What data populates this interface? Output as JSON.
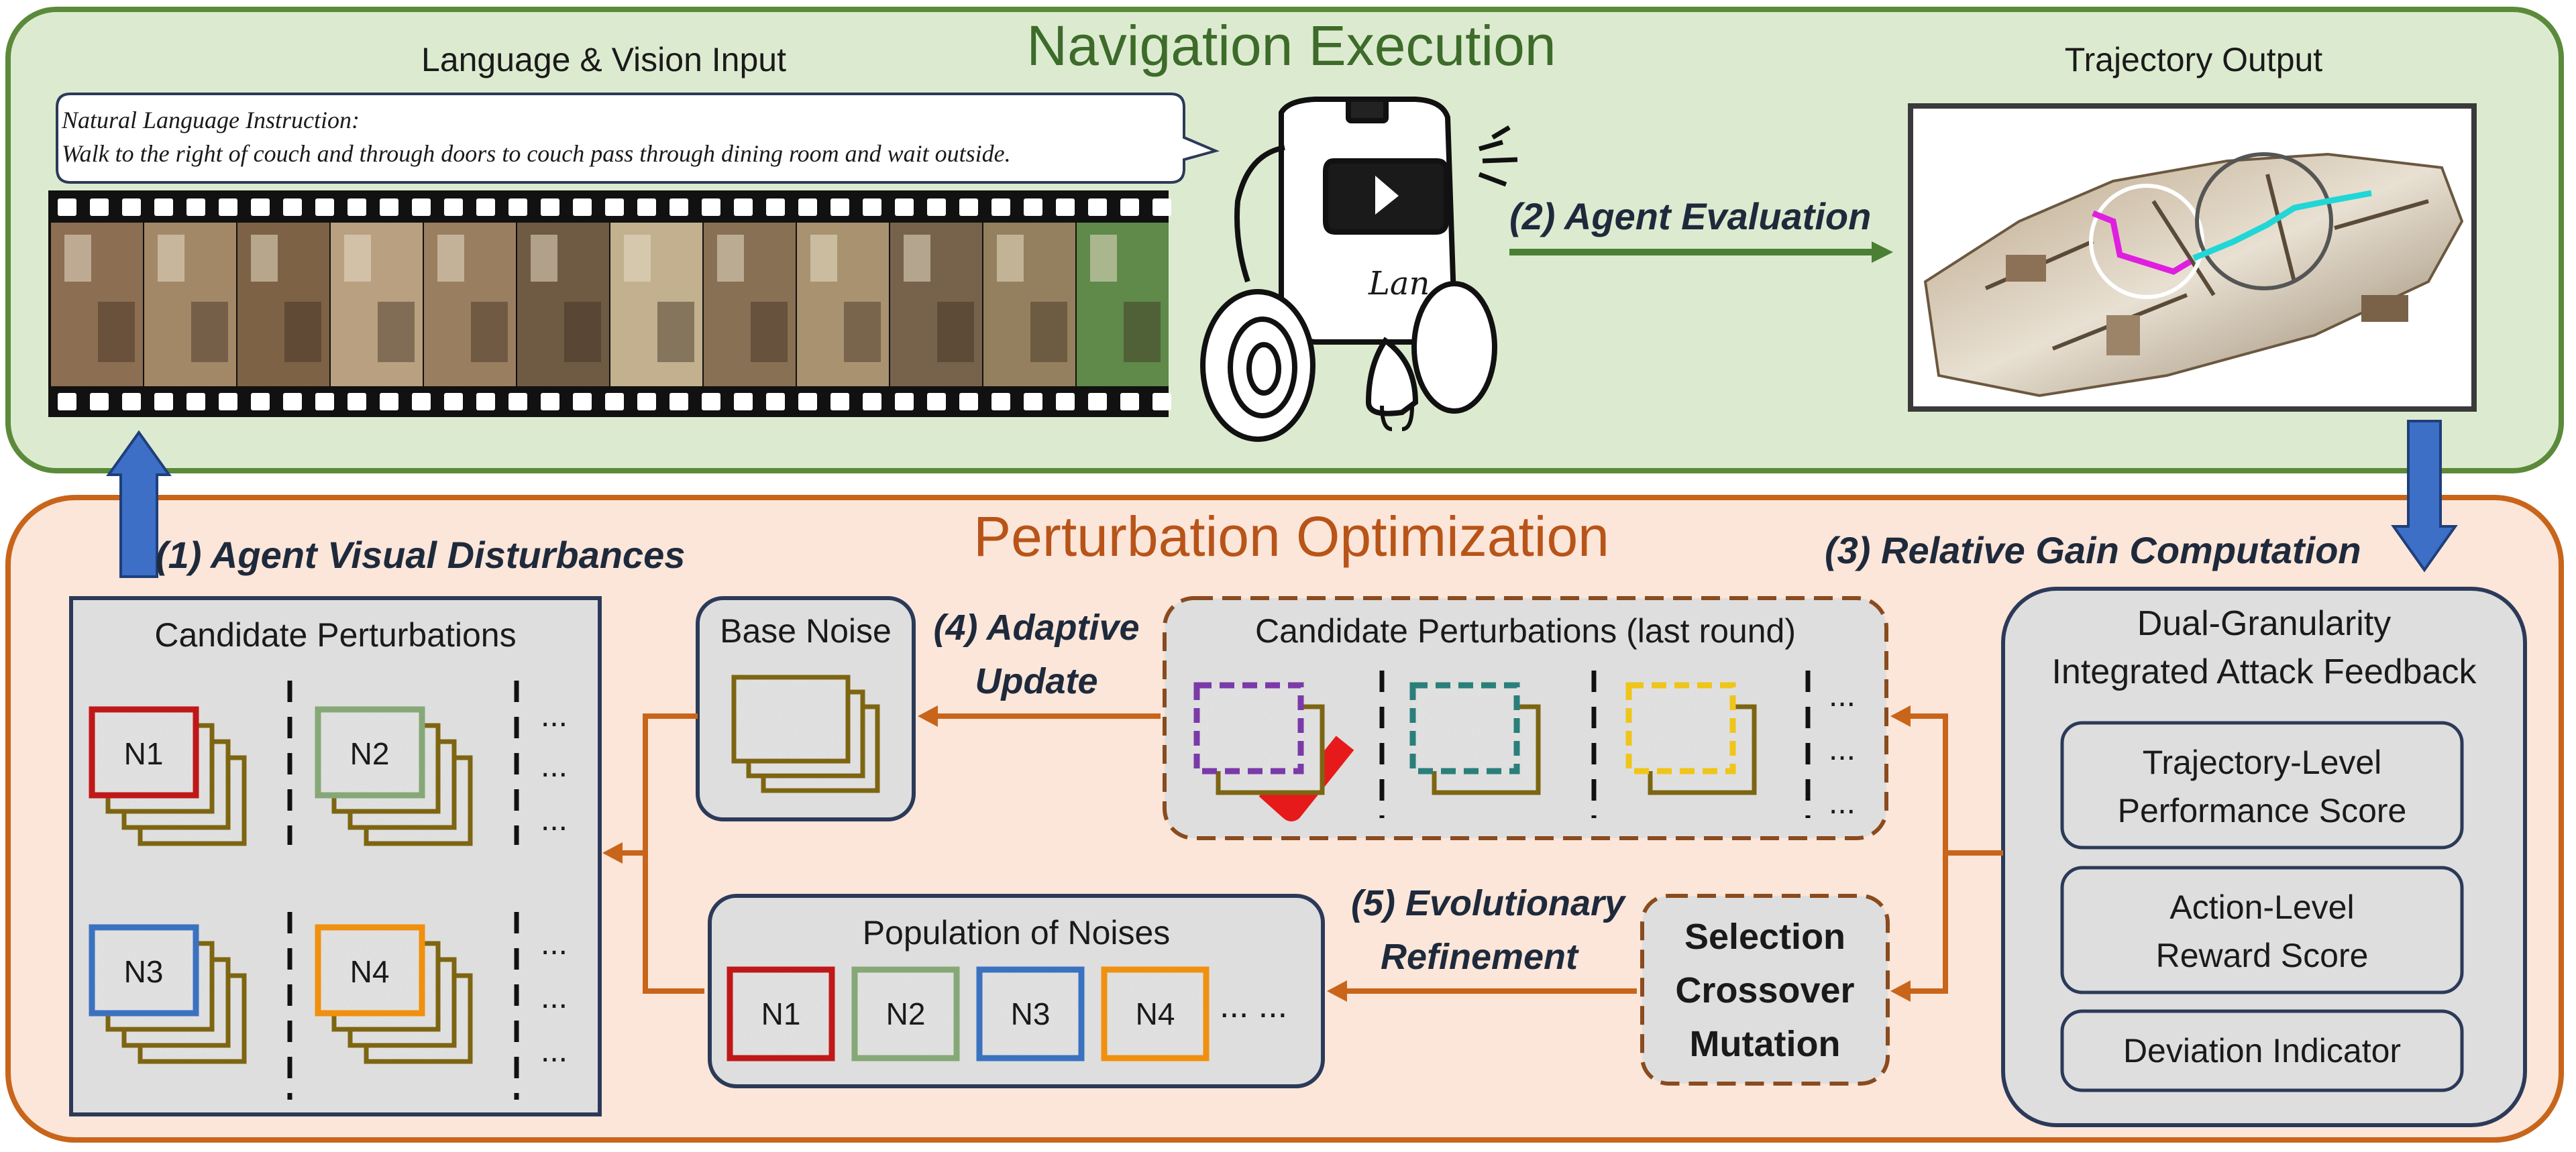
{
  "exec_panel": {
    "title": "Navigation Execution",
    "input_title": "Language & Vision Input",
    "instruction_heading": "Natural Language Instruction:",
    "instruction_text": "Walk to the right of couch and through doors to couch pass through dining room and wait outside.",
    "robot_label": "Lan",
    "eval_label": "(2) Agent Evaluation",
    "output_title": "Trajectory Output"
  },
  "opt_panel": {
    "title": "Perturbation Optimization",
    "step1": "(1) Agent Visual Disturbances",
    "step3": "(3) Relative Gain Computation",
    "step4_line1": "(4) Adaptive",
    "step4_line2": "Update",
    "step5_line1": "(5) Evolutionary",
    "step5_line2": "Refinement",
    "candidates": {
      "title": "Candidate Perturbations",
      "noises": [
        "N1",
        "N2",
        "N3",
        "N4"
      ],
      "ellipsis": "..."
    },
    "base_noise": {
      "title": "Base Noise"
    },
    "last_round": {
      "title": "Candidate Perturbations (last round)",
      "ellipsis": "..."
    },
    "population": {
      "title": "Population of Noises",
      "noises": [
        "N1",
        "N2",
        "N3",
        "N4"
      ],
      "ellipsis": "... ..."
    },
    "genetic_ops": [
      "Selection",
      "Crossover",
      "Mutation"
    ],
    "feedback": {
      "title_line1": "Dual-Granularity",
      "title_line2": "Integrated Attack Feedback",
      "trajectory_line1": "Trajectory-Level",
      "trajectory_line2": "Performance Score",
      "action_line1": "Action-Level",
      "action_line2": "Reward Score",
      "deviation": "Deviation Indicator"
    }
  },
  "colors": {
    "exec_fill": "#dcebd0",
    "exec_stroke": "#5a8a3a",
    "opt_fill": "#fbe6d9",
    "opt_stroke": "#c8651b",
    "box_fill": "#dedede",
    "box_stroke": "#2c3a59",
    "arrow_orange": "#c8651b",
    "arrow_green": "#4a7f34",
    "arrow_blue": "#3d6fc7",
    "noise_frame": "#7d6512",
    "n1": "#c01818",
    "n2": "#86a877",
    "n3": "#3b72c0",
    "n4": "#f0900e",
    "purple": "#7a3aa8",
    "teal": "#2a7f7a",
    "gold": "#f0c51a",
    "check": "#e61a1a"
  }
}
